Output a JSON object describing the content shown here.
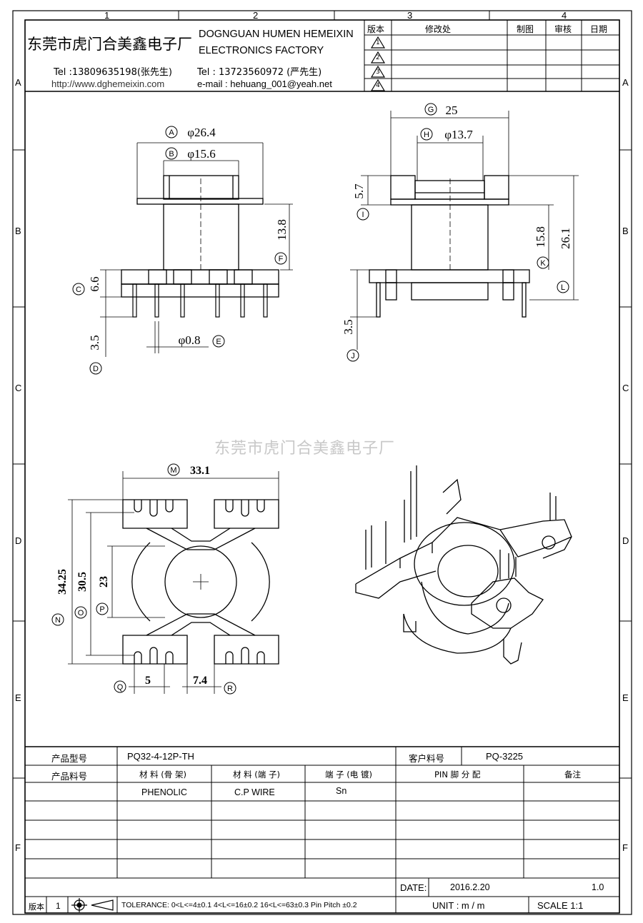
{
  "company": {
    "name_cn": "东莞市虎门合美鑫电子厂",
    "name_en_line1": "DOGNGUAN HUMEN HEMEIXIN",
    "name_en_line2": "ELECTRONICS FACTORY",
    "tel1": "Tel :13809635198(张先生)",
    "url": "http://www.dghemeixin.com",
    "tel2": "Tel : 13723560972 (严先生)",
    "email": "e-mail : hehuang_001@yeah.net"
  },
  "watermark": "东莞市虎门合美鑫电子厂",
  "zones": {
    "columns": [
      "1",
      "2",
      "3",
      "4"
    ],
    "rows": [
      "A",
      "B",
      "C",
      "D",
      "E",
      "F"
    ]
  },
  "revision_block": {
    "headers": [
      "版本",
      "修改处",
      "制图",
      "审核",
      "日期"
    ],
    "revisions": [
      "1",
      "2",
      "3",
      "4"
    ]
  },
  "dimensions": {
    "A": "φ26.4",
    "B": "φ15.6",
    "C": "6.6",
    "D": "3.5",
    "E": "φ0.8",
    "F": "13.8",
    "G": "25",
    "H": "φ13.7",
    "I": "5.7",
    "J": "3.5",
    "K": "15.8",
    "L": "26.1",
    "M": "33.1",
    "N": "34.25",
    "O": "30.5",
    "P": "23",
    "Q": "5",
    "R": "7.4"
  },
  "title_block": {
    "product_model_label": "产品型号",
    "product_model": "PQ32-4-12P-TH",
    "customer_part_label": "客户料号",
    "customer_part": "PQ-3225",
    "product_part_label": "产品料号",
    "material_frame_label": "材 料 (骨 架)",
    "material_pin_label": "材 料 (端 子)",
    "plating_label": "端 子 (电 镀)",
    "pin_assign_label": "PIN 脚 分 配",
    "remarks_label": "备注",
    "material_frame": "PHENOLIC",
    "material_pin": "C.P WIRE",
    "plating": "Sn",
    "date_label": "DATE:",
    "date": "2016.2.20",
    "version_label": "版本",
    "version": "1",
    "tolerance": "TOLERANCE:  0<L<=4±0.1  4<L<=16±0.2  16<L<=63±0.3  Pin Pitch  ±0.2",
    "unit": "UNIT :  m / m",
    "scale": "SCALE    1:1",
    "corner_version": "1.0"
  }
}
